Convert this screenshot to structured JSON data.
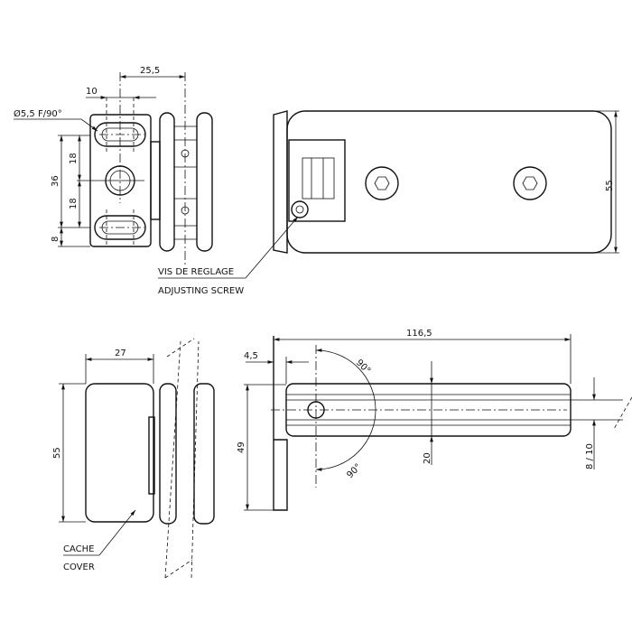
{
  "drawing": {
    "top_left_view": {
      "dim_width_offset": "25,5",
      "dim_slot": "10",
      "hole_spec": "Ø5,5 F/90°",
      "dim_total_height": "36",
      "dim_upper": "18",
      "dim_lower": "18",
      "dim_bottom": "8"
    },
    "top_right_view": {
      "dim_height": "55",
      "screw_label_fr": "VIS DE REGLAGE",
      "screw_label_en": "ADJUSTING SCREW"
    },
    "bottom_left_view": {
      "dim_width": "27",
      "dim_height": "55",
      "cover_label_fr": "CACHE",
      "cover_label_en": "COVER"
    },
    "bottom_right_view": {
      "dim_length": "116,5",
      "dim_offset": "4,5",
      "dim_height": "49",
      "angle_top": "90°",
      "angle_bottom": "90°",
      "dim_bar": "20",
      "dim_glass": "8 / 10"
    }
  }
}
